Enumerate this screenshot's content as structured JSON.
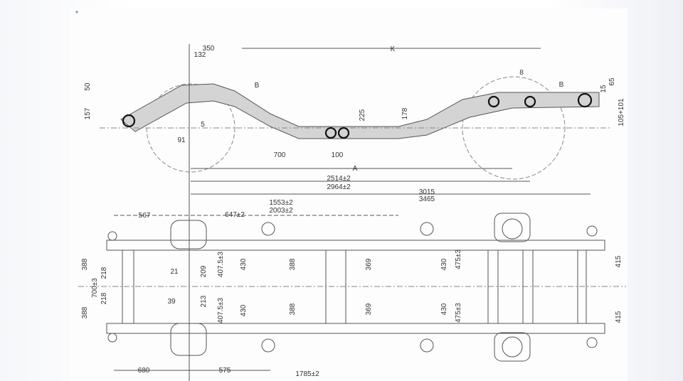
{
  "marker": "*",
  "side_view": {
    "labels": [
      "350",
      "132",
      "50",
      "157",
      "B",
      "5",
      "91",
      "700",
      "100",
      "225",
      "178",
      "K",
      "8",
      "B",
      "65",
      "15",
      "105+101",
      "A",
      "2514±2",
      "2964±2",
      "3015",
      "3465"
    ]
  },
  "plan_view": {
    "labels": [
      "1553±2",
      "2003±2",
      "567",
      "647±2",
      "388",
      "700±3",
      "218",
      "218",
      "388",
      "21",
      "39",
      "209",
      "213",
      "407.5±3",
      "407.5±3",
      "430",
      "430",
      "388",
      "388",
      "369",
      "369",
      "430",
      "430",
      "475±3",
      "475±3",
      "415",
      "415",
      "680",
      "575",
      "1785±2"
    ]
  },
  "colors": {
    "frame_fill": "#d4d4d4",
    "line": "#555555",
    "highlight_circle": "#111111"
  }
}
